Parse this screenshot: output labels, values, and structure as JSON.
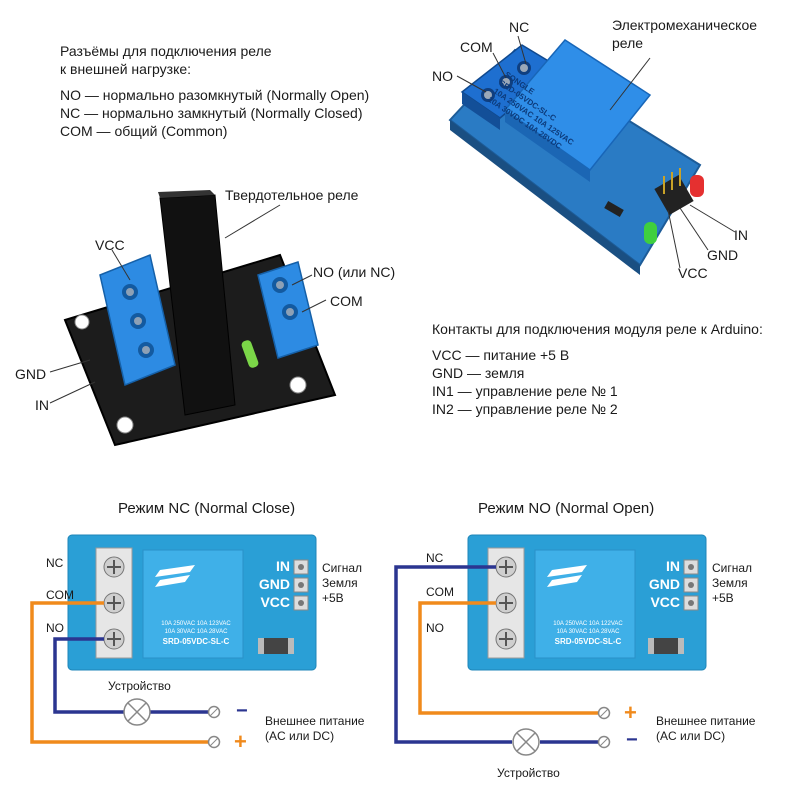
{
  "connectors_note": {
    "title_lines": [
      "Разъёмы для подключения реле",
      "к внешней нагрузке:"
    ],
    "items": [
      "NO — нормально разомкнутый (Normally Open)",
      "NC — нормально замкнутый (Normally Closed)",
      "COM — общий (Common)"
    ]
  },
  "em_relay": {
    "title_lines": [
      "Электромеханическое",
      "реле"
    ],
    "labels": {
      "nc": "NC",
      "com": "COM",
      "no": "NO",
      "in": "IN",
      "gnd": "GND",
      "vcc": "VCC"
    },
    "relay_text": [
      "SONGLE",
      "SRD-05VDC-SL-C",
      "10A 250VAC 10A 125VAC",
      "10A 30VDC 10A 28VDC"
    ]
  },
  "ss_relay": {
    "title": "Твердотельное реле",
    "labels": {
      "vcc": "VCC",
      "gnd": "GND",
      "in": "IN",
      "no_nc": "NO (или NC)",
      "com": "COM"
    }
  },
  "arduino_note": {
    "title": "Контакты для подключения модуля реле к Arduino:",
    "items": [
      "VCC — питание +5 В",
      "GND — земля",
      "IN1 — управление реле № 1",
      "IN2 — управление реле № 2"
    ]
  },
  "mode_nc": {
    "title": "Режим NC (Normal Close)",
    "left_labels": {
      "nc": "NC",
      "com": "COM",
      "no": "NO"
    },
    "pins": {
      "in": "IN",
      "gnd": "GND",
      "vcc": "VCC"
    },
    "pin_desc": {
      "in": "Сигнал",
      "gnd": "Земля",
      "vcc": "+5В"
    },
    "relay_text": [
      "10A 250VAC 10A 123VAC",
      "10A 30VAC 10A 28VAC",
      "SRD-05VDC-SL-C"
    ],
    "device": "Устройство",
    "power_lines": [
      "Внешнее питание",
      "(AC или DC)"
    ],
    "minus": "−",
    "plus": "+"
  },
  "mode_no": {
    "title": "Режим NO (Normal Open)",
    "left_labels": {
      "nc": "NC",
      "com": "COM",
      "no": "NO"
    },
    "pins": {
      "in": "IN",
      "gnd": "GND",
      "vcc": "VCC"
    },
    "pin_desc": {
      "in": "Сигнал",
      "gnd": "Земля",
      "vcc": "+5В"
    },
    "relay_text": [
      "10A 250VAC 10A 122VAC",
      "10A 30VAC 10A 28VAC",
      "SRD-05VDC-SL-C"
    ],
    "device": "Устройство",
    "power_lines": [
      "Внешнее питание",
      "(AC или DC)"
    ],
    "plus": "+",
    "minus": "−"
  },
  "colors": {
    "board_blue": "#2a9fd6",
    "relay_blue": "#3fb0e8",
    "wire_orange": "#f08a1c",
    "wire_navy": "#2b3590",
    "pcb_black": "#1c1c1c"
  }
}
